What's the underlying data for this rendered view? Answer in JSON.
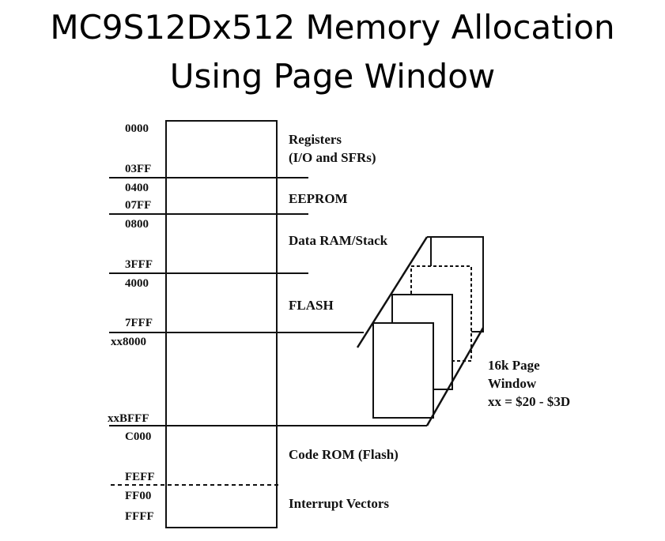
{
  "slide": {
    "title_line1": "MC9S12Dx512 Memory Allocation",
    "title_line2": "Using Page Window"
  },
  "memory_map": {
    "addresses": {
      "a0000": "0000",
      "a03FF": "03FF",
      "a0400": "0400",
      "a07FF": "07FF",
      "a0800": "0800",
      "a3FFF": "3FFF",
      "a4000": "4000",
      "a7FFF": "7FFF",
      "axx8000": "xx8000",
      "axxBFFF": "xxBFFF",
      "aC000": "C000",
      "aFEFF": "FEFF",
      "aFF00": "FF00",
      "aFFFF": "FFFF"
    },
    "regions": {
      "registers_line1": "Registers",
      "registers_line2": "(I/O and SFRs)",
      "eeprom": "EEPROM",
      "data_ram": "Data RAM/Stack",
      "flash": "FLASH",
      "code_rom": "Code ROM (Flash)",
      "interrupt_vectors": "Interrupt Vectors"
    },
    "page_window": {
      "line1": "16k Page",
      "line2": "Window",
      "line3": "xx = $20 - $3D"
    }
  }
}
